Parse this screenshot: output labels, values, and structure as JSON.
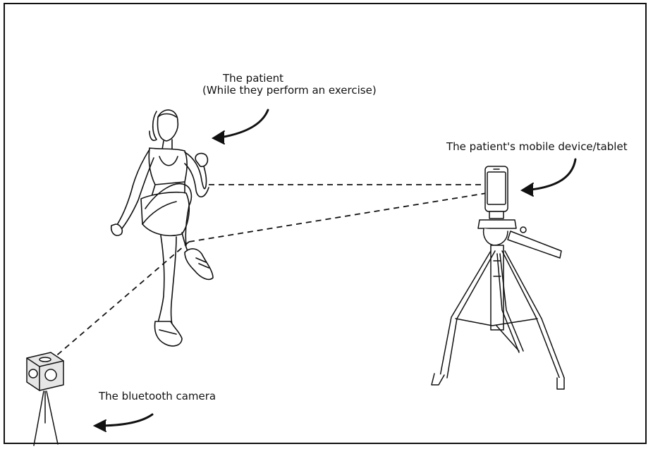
{
  "labels": {
    "patient_title": "The patient",
    "patient_subtitle": "(While they perform an exercise)",
    "device": "The patient's mobile device/tablet",
    "camera": "The bluetooth camera"
  },
  "icons": {
    "patient": "exercising-woman-illustration",
    "device": "tablet-on-tripod-illustration",
    "camera": "bluetooth-camera-on-tripod-illustration",
    "arrows": "curved-arrow-icon",
    "sight_lines": "dashed-line"
  },
  "colors": {
    "ink": "#111111",
    "background": "#ffffff"
  }
}
